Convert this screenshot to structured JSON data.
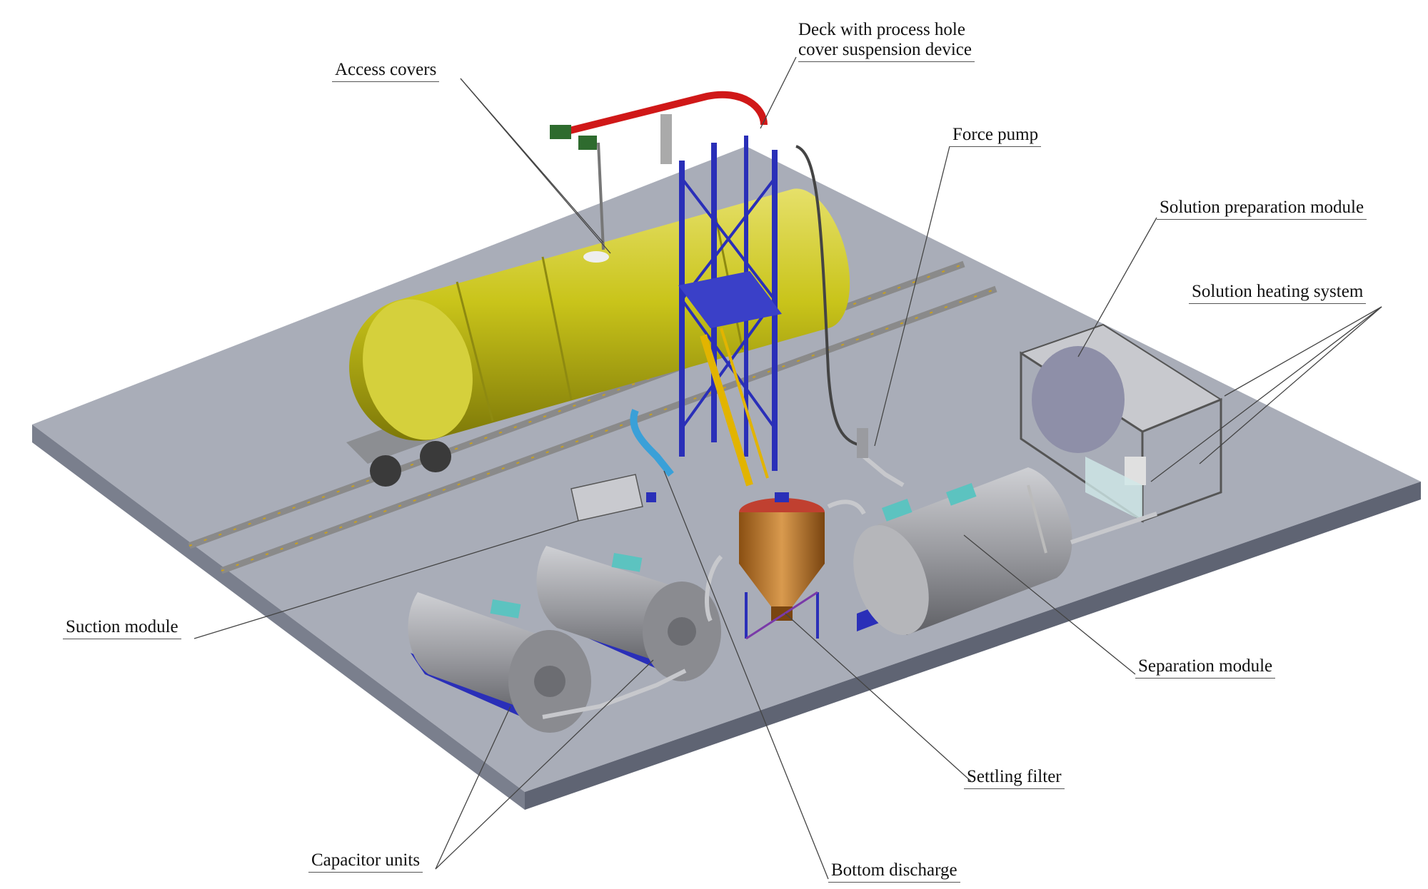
{
  "labels": {
    "deck": [
      "Deck with process hole",
      "cover suspension device"
    ],
    "access_covers": "Access covers",
    "force_pump": "Force pump",
    "solution_preparation": "Solution preparation module",
    "solution_heating": "Solution heating system",
    "suction_module": "Suction module",
    "separation_module": "Separation module",
    "settling_filter": "Settling filter",
    "capacitor_units": "Capacitor units",
    "bottom_discharge": "Bottom discharge"
  },
  "colors": {
    "platform_top": "#a9adb8",
    "platform_side": "#6b7080",
    "tank": "#c9c41a",
    "steel": "#9a9ba0",
    "frame_blue": "#2a2fb8",
    "accent_teal": "#5cc3c0",
    "filter": "#c27a2a",
    "hoist": "#d01818"
  }
}
